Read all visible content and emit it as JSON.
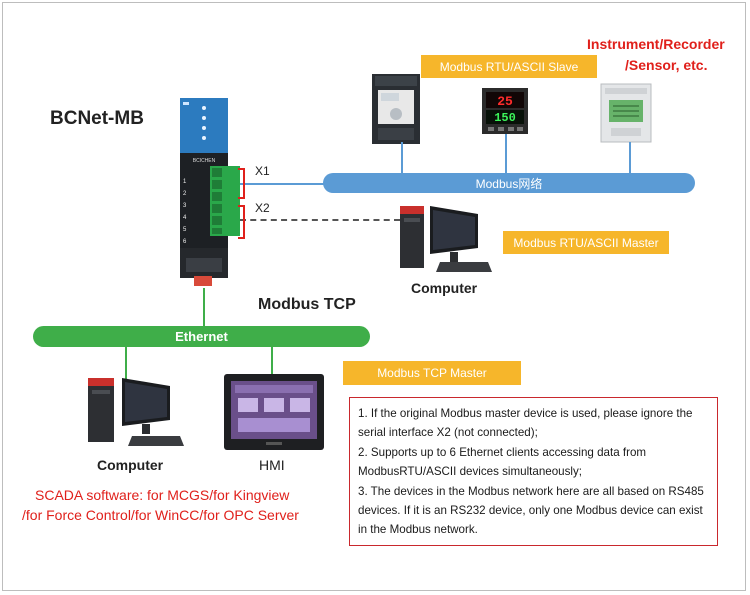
{
  "device": {
    "name": "BCNet-MB",
    "brand": "BCICHEN"
  },
  "ports": {
    "x1": "X1",
    "x2": "X2"
  },
  "terminal_numbers": [
    "1",
    "2",
    "3",
    "4",
    "5",
    "6"
  ],
  "labels": {
    "slave_tag": "Modbus RTU/ASCII Slave",
    "instrument_line1": "Instrument/Recorder",
    "instrument_line2": "/Sensor, etc.",
    "modbus_network": "Modbus网络",
    "rtu_master_tag": "Modbus RTU/ASCII Master",
    "computer_right": "Computer",
    "modbus_tcp": "Modbus TCP",
    "ethernet": "Ethernet",
    "tcp_master_tag": "Modbus TCP Master",
    "computer_left": "Computer",
    "hmi": "HMI",
    "scada_line1": "SCADA software: for MCGS/for Kingview",
    "scada_line2": "/for Force Control/for WinCC/for OPC Server"
  },
  "display_values": {
    "controller_top": "25",
    "controller_bottom": "150"
  },
  "notes": [
    "1. If the original Modbus master device is used, please ignore the serial interface X2 (not connected);",
    "2. Supports up to 6 Ethernet clients accessing data from ModbusRTU/ASCII devices simultaneously;",
    "3. The devices in the Modbus network here are all based on RS485 devices. If it is an RS232 device, only one Modbus device can exist in the Modbus network."
  ],
  "colors": {
    "accent_tag": "#f6b62b",
    "modbus_bus": "#5b9bd5",
    "ethernet_bus": "#3fae49",
    "alert_red": "#e0201b",
    "note_border": "#c9282d"
  }
}
